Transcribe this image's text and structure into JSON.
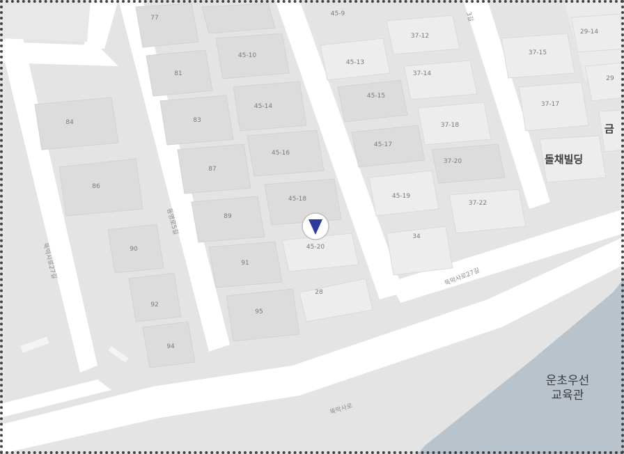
{
  "colors": {
    "block": "#e4e4e4",
    "road": "#ffffff",
    "parcel": "#dcdcdc",
    "parcel_light": "#ededed",
    "water": "#b8c3cc",
    "marker": "#2d3a9e"
  },
  "marker": {
    "icon": "navigation-arrow-icon",
    "label": "45-20"
  },
  "parcels": [
    "77",
    "81",
    "83",
    "87",
    "89",
    "91",
    "95",
    "84",
    "86",
    "90",
    "92",
    "94",
    "45-9",
    "45-10",
    "45-14",
    "45-16",
    "45-18",
    "45-13",
    "45-15",
    "45-17",
    "45-19",
    "28",
    "34",
    "37-12",
    "37-14",
    "37-18",
    "37-20",
    "37-22",
    "37-15",
    "37-17",
    "29-14",
    "29"
  ],
  "buildings": [
    "돌채빌딩",
    "금"
  ],
  "roads": [
    "동명로5길",
    "뚝막사로27길",
    "뚝막사로27길",
    "뚝막사로",
    "3길"
  ],
  "pois": [
    {
      "line1": "운초우선",
      "line2": "교육관"
    }
  ]
}
